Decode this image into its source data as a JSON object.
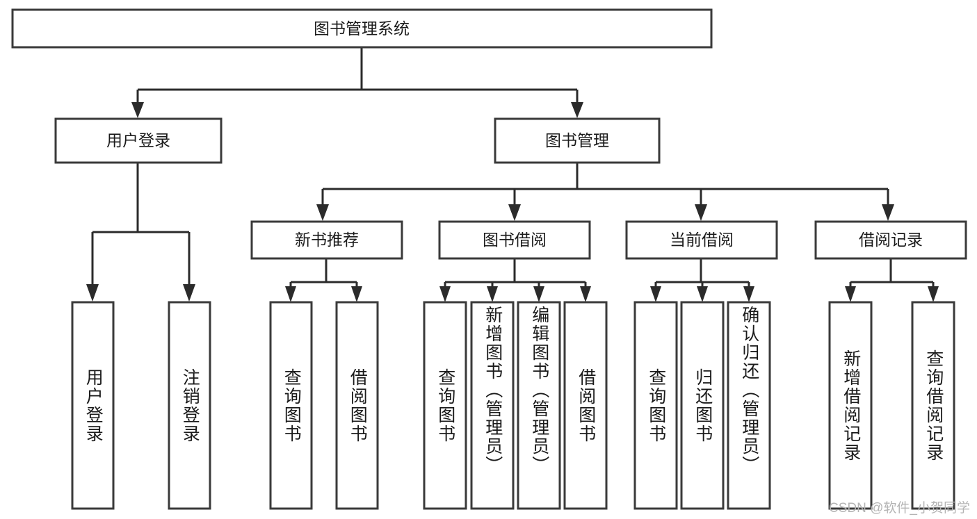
{
  "diagram": {
    "type": "tree",
    "title": "图书管理系统",
    "orientation": "top-down",
    "colors": {
      "box_fill": "#ffffff",
      "box_stroke": "#3a3a3a",
      "edge": "#2b2b2b",
      "text": "#1a1a1a",
      "watermark": "#b4b4b4",
      "background": "#ffffff"
    },
    "root": {
      "id": "root",
      "label": "图书管理系统",
      "text_orientation": "horizontal"
    },
    "level2": [
      {
        "id": "login",
        "label": "用户登录",
        "text_orientation": "horizontal"
      },
      {
        "id": "bookmgmt",
        "label": "图书管理",
        "text_orientation": "horizontal"
      }
    ],
    "level3": [
      {
        "id": "newbook",
        "label": "新书推荐",
        "parent": "bookmgmt",
        "text_orientation": "horizontal"
      },
      {
        "id": "borrow",
        "label": "图书借阅",
        "parent": "bookmgmt",
        "text_orientation": "horizontal"
      },
      {
        "id": "current",
        "label": "当前借阅",
        "parent": "bookmgmt",
        "text_orientation": "horizontal"
      },
      {
        "id": "records",
        "label": "借阅记录",
        "parent": "bookmgmt",
        "text_orientation": "horizontal"
      }
    ],
    "leaves": [
      {
        "id": "leaf-1",
        "label": "用户登录",
        "parent": "login",
        "text_orientation": "vertical"
      },
      {
        "id": "leaf-2",
        "label": "注销登录",
        "parent": "login",
        "text_orientation": "vertical"
      },
      {
        "id": "leaf-3",
        "label": "查询图书",
        "parent": "newbook",
        "text_orientation": "vertical"
      },
      {
        "id": "leaf-4",
        "label": "借阅图书",
        "parent": "newbook",
        "text_orientation": "vertical"
      },
      {
        "id": "leaf-5",
        "label": "查询图书",
        "parent": "borrow",
        "text_orientation": "vertical"
      },
      {
        "id": "leaf-6",
        "label": "新增图书（管理员）",
        "parent": "borrow",
        "text_orientation": "vertical"
      },
      {
        "id": "leaf-7",
        "label": "编辑图书（管理员）",
        "parent": "borrow",
        "text_orientation": "vertical"
      },
      {
        "id": "leaf-8",
        "label": "借阅图书",
        "parent": "borrow",
        "text_orientation": "vertical"
      },
      {
        "id": "leaf-9",
        "label": "查询图书",
        "parent": "current",
        "text_orientation": "vertical"
      },
      {
        "id": "leaf-10",
        "label": "归还图书",
        "parent": "current",
        "text_orientation": "vertical"
      },
      {
        "id": "leaf-11",
        "label": "确认归还（管理员）",
        "parent": "current",
        "text_orientation": "vertical"
      },
      {
        "id": "leaf-12",
        "label": "新增借阅记录",
        "parent": "records",
        "text_orientation": "vertical"
      },
      {
        "id": "leaf-13",
        "label": "查询借阅记录",
        "parent": "records",
        "text_orientation": "vertical"
      }
    ],
    "watermark": "CSDN @软件_小贺同学"
  }
}
